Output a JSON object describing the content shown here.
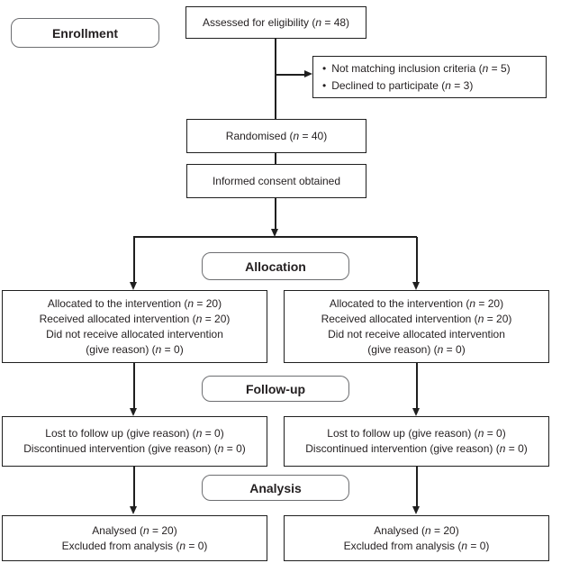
{
  "colors": {
    "background": "#ffffff",
    "box_border": "#1f1f1f",
    "label_border": "#6d6e71",
    "text": "#231f20"
  },
  "stages": {
    "enrollment": "Enrollment",
    "allocation": "Allocation",
    "followup": "Follow-up",
    "analysis": "Analysis"
  },
  "flow": {
    "assessed": "Assessed for eligibility (n = 48)",
    "exclusion": {
      "bullet": "•",
      "items": [
        "Not matching inclusion criteria (n = 5)",
        "Declined to participate (n = 3)"
      ]
    },
    "randomised": "Randomised (n = 40)",
    "consent": "Informed consent obtained",
    "arms": {
      "left": {
        "allocation": [
          "Allocated to the intervention (n = 20)",
          "Received allocated intervention (n = 20)",
          "Did not receive allocated intervention",
          "(give reason) (n = 0)"
        ],
        "followup": [
          "Lost to follow up (give reason) (n = 0)",
          "Discontinued intervention (give reason) (n = 0)"
        ],
        "analysis": [
          "Analysed (n = 20)",
          "Excluded from analysis (n = 0)"
        ]
      },
      "right": {
        "allocation": [
          "Allocated to the intervention (n = 20)",
          "Received allocated intervention (n = 20)",
          "Did not receive allocated intervention",
          "(give reason) (n = 0)"
        ],
        "followup": [
          "Lost to follow up (give reason) (n = 0)",
          "Discontinued intervention (give reason) (n = 0)"
        ],
        "analysis": [
          "Analysed (n = 20)",
          "Excluded from analysis (n = 0)"
        ]
      }
    }
  }
}
